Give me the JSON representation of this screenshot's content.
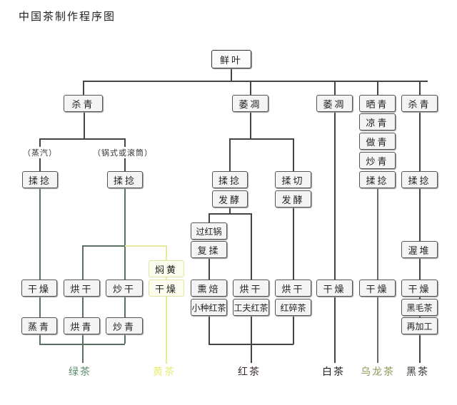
{
  "title": "中国茶制作程序图",
  "root": "鲜叶",
  "colors": {
    "green_tea": "#5c8a6c",
    "yellow_tea": "#e6ec7a",
    "red_tea": "#3a2b2b",
    "white_tea": "#222222",
    "oolong_tea": "#8c9a5a",
    "black_tea": "#333333"
  },
  "branches": {
    "green": {
      "start": "杀青",
      "methods": [
        "（蒸汽）",
        "（锅式或滚筒）"
      ],
      "steam": [
        "揉捻",
        "干燥",
        "蒸青"
      ],
      "pan": [
        "揉捻",
        "烘干",
        "炒干",
        "烘青",
        "炒青"
      ],
      "result": "绿茶"
    },
    "yellow": {
      "steps": [
        "焖黄",
        "干燥"
      ],
      "result": "黄茶"
    },
    "red": {
      "start": "萎凋",
      "left": [
        "揉捻",
        "发酵",
        "过红锅",
        "复揉",
        "熏焙",
        "小种红茶",
        "烘干",
        "工夫红茶"
      ],
      "right": [
        "揉切",
        "发酵",
        "烘干",
        "红碎茶"
      ],
      "result": "红茶"
    },
    "white": {
      "steps": [
        "萎凋",
        "干燥"
      ],
      "result": "白茶"
    },
    "oolong": {
      "steps": [
        "晒青",
        "凉青",
        "做青",
        "炒青",
        "揉捻",
        "干燥"
      ],
      "result": "乌龙茶"
    },
    "dark": {
      "steps": [
        "杀青",
        "揉捻",
        "渥堆",
        "干燥",
        "黑毛茶",
        "再加工"
      ],
      "result": "黑茶"
    }
  }
}
